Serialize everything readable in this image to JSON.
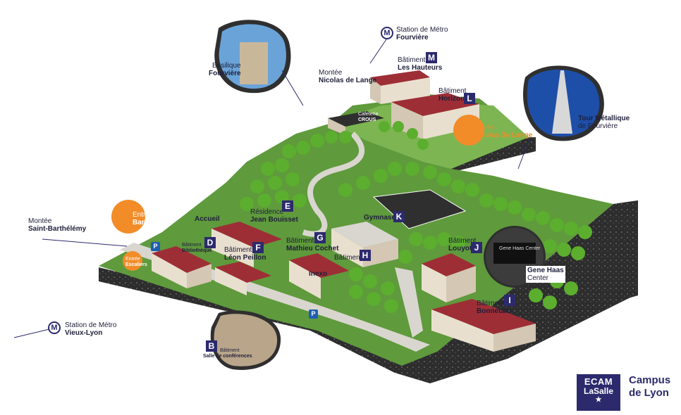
{
  "colors": {
    "grass": "#5f9a3c",
    "grass_light": "#7db552",
    "path": "#d9d6cf",
    "roof": "#9e2e35",
    "wall": "#e9dfcf",
    "rock": "#2d2d2d",
    "navy": "#2c2a6d",
    "orange": "#f28c28",
    "tree": "#5cae2e"
  },
  "labels": {
    "metro_fourviere": {
      "line1": "Station de Métro",
      "line2": "Fourvière"
    },
    "basilique": {
      "line1": "Basilique",
      "line2": "Fourvière"
    },
    "montee_nicolas": {
      "line1": "Montée",
      "line2": "Nicolas de Lange"
    },
    "bat_m": {
      "line1": "Bâtiment",
      "line2": "Les Hauteurs",
      "badge": "M"
    },
    "bat_l": {
      "line1": "Bâtiment",
      "line2": "Horizon",
      "badge": "L"
    },
    "cafeteria": {
      "line1": "Cafeteria",
      "line2": "CROUS"
    },
    "entree_nicolas": {
      "line1": "Entrée",
      "line2": "Nicolas De Lange"
    },
    "tour": {
      "line1": "Tour Métallique",
      "line2": "de Fourvière"
    },
    "montee_saint": {
      "line1": "Montée",
      "line2": "Saint-Barthélémy"
    },
    "entree_barthelemy": {
      "line1": "Entrée",
      "line2": "Barthélémy"
    },
    "accueil": "Accueil",
    "residence": {
      "line1": "Résidence",
      "line2": "Jean Bouisset",
      "badge": "E"
    },
    "gymnase": {
      "line1": "Gymnase",
      "badge": "K"
    },
    "bibliotheque": {
      "line1": "Bâtiment",
      "line2": "Bibliothèque",
      "badge": "D"
    },
    "leon": {
      "line1": "Bâtiment",
      "line2": "Léon Peillon",
      "badge": "F"
    },
    "mathieu": {
      "line1": "Bâtiment",
      "line2": "Mathieu Cochet",
      "badge": "G"
    },
    "bat_h": {
      "line1": "Bâtiment",
      "badge": "H"
    },
    "inexo": "Inexo",
    "louyot": {
      "line1": "Bâtiment",
      "line2": "Louyot",
      "badge": "J"
    },
    "gene_haas": {
      "line1": "Gene Haas",
      "line2": "Center",
      "sign": "Gene Haas Center"
    },
    "bonnetain": {
      "line1": "Bâtiment",
      "line2": "Bonnetain",
      "badge": "I"
    },
    "entree_escaliers": {
      "line1": "Entrée",
      "line2": "Escaliers"
    },
    "parking": "P",
    "salle_conf": {
      "line1": "Bâtiment",
      "line2": "Salle de conférences",
      "badge": "B"
    },
    "metro_vieux": {
      "line1": "Station de Métro",
      "line2": "Vieux-Lyon"
    },
    "metro_symbol": "M"
  },
  "logo": {
    "line1": "ECAM",
    "line2": "LaSalle",
    "star": "★"
  },
  "campus": {
    "line1": "Campus",
    "line2": "de Lyon"
  }
}
